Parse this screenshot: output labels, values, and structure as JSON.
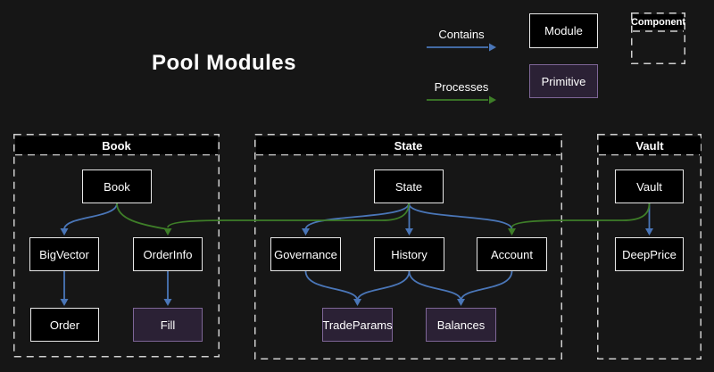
{
  "title": "Pool Modules",
  "legend": {
    "contains": "Contains",
    "processes": "Processes",
    "module": "Module",
    "primitive": "Primitive",
    "component": "Component"
  },
  "colors": {
    "background": "#161616",
    "contains_arrow": "#4a76b8",
    "processes_arrow": "#3e7e28",
    "module_fill": "#000000",
    "module_border": "#e8e8e8",
    "primitive_fill": "#2b2135",
    "primitive_border": "#7e6697",
    "dashed_border": "#cfcfcf",
    "text": "#ffffff"
  },
  "groups": [
    {
      "name": "Book",
      "nodes": [
        {
          "label": "Book",
          "type": "module"
        },
        {
          "label": "BigVector",
          "type": "module"
        },
        {
          "label": "OrderInfo",
          "type": "module"
        },
        {
          "label": "Order",
          "type": "module"
        },
        {
          "label": "Fill",
          "type": "primitive"
        }
      ]
    },
    {
      "name": "State",
      "nodes": [
        {
          "label": "State",
          "type": "module"
        },
        {
          "label": "Governance",
          "type": "module"
        },
        {
          "label": "History",
          "type": "module"
        },
        {
          "label": "Account",
          "type": "module"
        },
        {
          "label": "TradeParams",
          "type": "primitive"
        },
        {
          "label": "Balances",
          "type": "primitive"
        }
      ]
    },
    {
      "name": "Vault",
      "nodes": [
        {
          "label": "Vault",
          "type": "module"
        },
        {
          "label": "DeepPrice",
          "type": "module"
        }
      ]
    }
  ],
  "edges": [
    {
      "from": "Book",
      "to": "BigVector",
      "relation": "contains"
    },
    {
      "from": "Book",
      "to": "OrderInfo",
      "relation": "contains"
    },
    {
      "from": "BigVector",
      "to": "Order",
      "relation": "contains"
    },
    {
      "from": "OrderInfo",
      "to": "Fill",
      "relation": "contains"
    },
    {
      "from": "State",
      "to": "Governance",
      "relation": "contains"
    },
    {
      "from": "State",
      "to": "History",
      "relation": "contains"
    },
    {
      "from": "State",
      "to": "Account",
      "relation": "contains"
    },
    {
      "from": "Governance",
      "to": "TradeParams",
      "relation": "contains"
    },
    {
      "from": "History",
      "to": "TradeParams",
      "relation": "contains"
    },
    {
      "from": "History",
      "to": "Balances",
      "relation": "contains"
    },
    {
      "from": "Account",
      "to": "Balances",
      "relation": "contains"
    },
    {
      "from": "Vault",
      "to": "DeepPrice",
      "relation": "contains"
    },
    {
      "from": "State",
      "to": "OrderInfo",
      "relation": "processes"
    },
    {
      "from": "Vault",
      "to": "Account",
      "relation": "processes"
    }
  ]
}
